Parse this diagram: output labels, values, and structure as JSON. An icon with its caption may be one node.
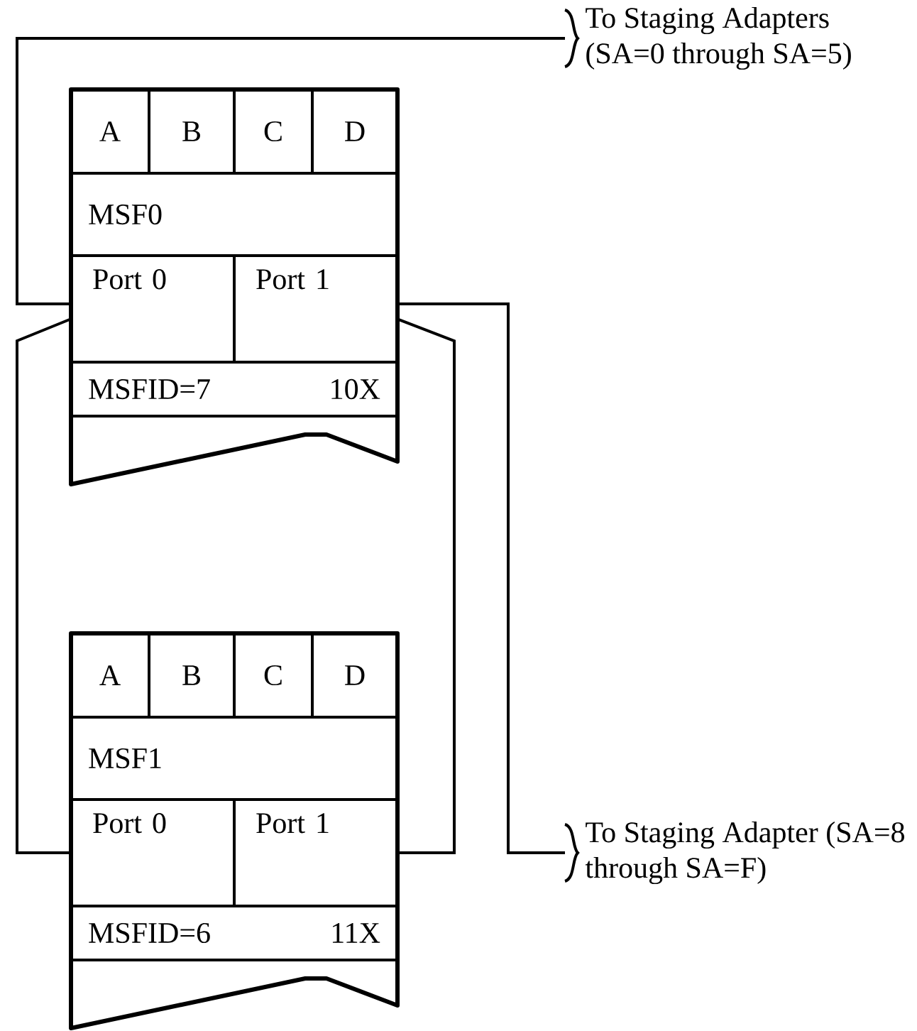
{
  "diagram": {
    "nodes": [
      {
        "text": [
          "To Staging Adapters (SA=0 through SA=5)"
        ]
      },
      {
        "text": [],
        "shape": "box"
      },
      {
        "text": [
          "A"
        ],
        "in": 1
      },
      {
        "text": [
          "B"
        ],
        "in": 1
      },
      {
        "text": [
          "C"
        ],
        "in": 1
      },
      {
        "text": [
          "D"
        ],
        "in": 1
      },
      {
        "text": [
          "MSF0"
        ],
        "in": 1
      },
      {
        "text": [
          "Port 0"
        ],
        "in": 1
      },
      {
        "text": [
          "Port 1"
        ],
        "in": 1
      },
      {
        "text": [
          "MSFID=7",
          "10X"
        ],
        "in": 1
      },
      {
        "text": [],
        "shape": "box"
      },
      {
        "text": [
          "A"
        ],
        "in": 10
      },
      {
        "text": [
          "B"
        ],
        "in": 10
      },
      {
        "text": [
          "C"
        ],
        "in": 10
      },
      {
        "text": [
          "D"
        ],
        "in": 10
      },
      {
        "text": [
          "MSF1"
        ],
        "in": 10
      },
      {
        "text": [
          "Port 0"
        ],
        "in": 10
      },
      {
        "text": [
          "Port 1"
        ],
        "in": 10
      },
      {
        "text": [
          "MSFID=6",
          "11X"
        ],
        "in": 10
      },
      {
        "text": [
          "To Staging Adapter (SA=8 through SA=F)"
        ]
      }
    ],
    "edges": [
      {
        "from": 7,
        "to": 0,
        "arrow": "none"
      },
      {
        "from": 8,
        "to": 19,
        "arrow": "none"
      },
      {
        "from": 16,
        "to": 7,
        "arrow": "none"
      },
      {
        "from": 17,
        "to": 8,
        "arrow": "none"
      }
    ]
  }
}
